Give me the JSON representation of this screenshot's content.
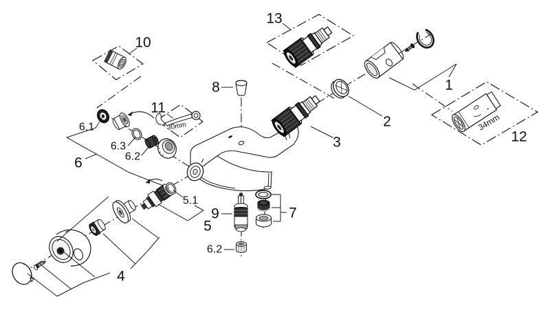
{
  "callouts": {
    "c1": "1",
    "c2": "2",
    "c3": "3",
    "c4": "4",
    "c5": "5",
    "c5_1": "5.1",
    "c6": "6",
    "c6_1": "6.1",
    "c6_2": "6.2",
    "c6_2_b": "6.2",
    "c6_3": "6.3",
    "c7": "7",
    "c8": "8",
    "c9": "9",
    "c10": "10",
    "c11": "11",
    "c12": "12",
    "c13": "13"
  },
  "annotations": {
    "wrench_size": "30mm",
    "socket_size": "34mm"
  },
  "colors": {
    "line": "#1a1a1a",
    "dark_fill": "#2b2b2b",
    "background": "#ffffff"
  }
}
